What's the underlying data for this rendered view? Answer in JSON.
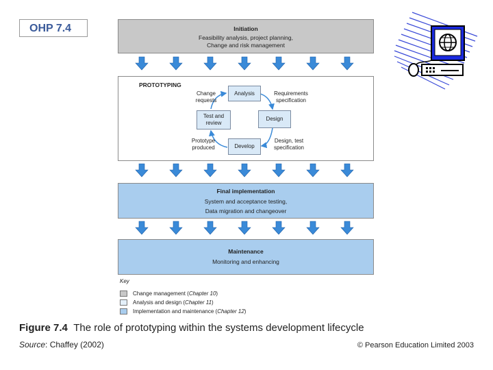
{
  "ohp_label": "OHP 7.4",
  "stages": {
    "initiation": {
      "title": "Initiation",
      "lines": [
        "Feasibility analysis, project planning,",
        "Change and risk management"
      ]
    },
    "prototyping": {
      "title": "PROTOTYPING"
    },
    "final": {
      "title": "Final implementation",
      "lines": [
        "System and acceptance testing,",
        "Data migration and changeover"
      ]
    },
    "maintenance": {
      "title": "Maintenance",
      "lines": [
        "Monitoring and enhancing"
      ]
    }
  },
  "cycle": {
    "analysis": "Analysis",
    "design": "Design",
    "develop": "Develop",
    "test_review": [
      "Test and",
      "review"
    ],
    "change_requests": [
      "Change",
      "requests"
    ],
    "requirements_spec": [
      "Requirements",
      "specification"
    ],
    "prototype_produced": [
      "Prototype",
      "produced"
    ],
    "design_test_spec": [
      "Design, test",
      "specification"
    ]
  },
  "key": {
    "title": "Key",
    "items": [
      {
        "text": "Change management (",
        "chapter": "Chapter 10",
        "end": ")",
        "color": "#c8c8c8"
      },
      {
        "text": "Analysis and design (",
        "chapter": "Chapter 11",
        "end": ")",
        "color": "#e4f0fa"
      },
      {
        "text": "Implementation and maintenance (",
        "chapter": "Chapter 12",
        "end": ")",
        "color": "#a9cdee"
      }
    ]
  },
  "caption": {
    "figure": "Figure 7.4",
    "text": "The role of prototyping within the systems development lifecycle"
  },
  "source": {
    "label": "Source",
    "text": ": Chaffey (2002)"
  },
  "copyright": "© Pearson Education Limited 2003",
  "colors": {
    "arrow": "#3a8ad8",
    "gray_band": "#c8c8c8",
    "blue_band": "#a9cdee",
    "cycle_box": "#d9e9f7",
    "ohp_text": "#3a5a9a"
  },
  "icons": [
    "computer-globe-icon",
    "down-arrow-icon",
    "cycle-arrow-icon"
  ]
}
